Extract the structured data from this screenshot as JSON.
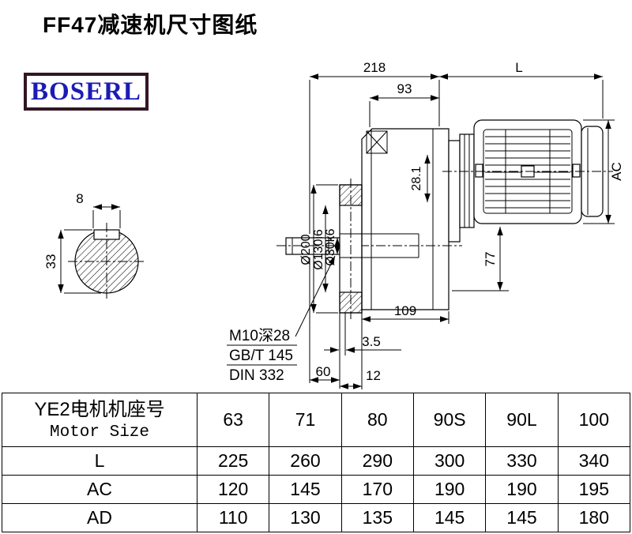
{
  "page": {
    "title": "FF47减速机尺寸图纸"
  },
  "logo": {
    "text": "BOSERL"
  },
  "drawing": {
    "dims": {
      "top_width": "218",
      "motor_length": "L",
      "flange_offset": "93",
      "motor_diameter": "AC",
      "key_width": "8",
      "shaft_height": "33",
      "flange_od": "Ø200",
      "spigot_d": "Ø130i6",
      "shaft_d": "Ø30k6",
      "bore_depth": "28.1",
      "foot_height": "77",
      "housing_length": "109",
      "flange_thickness": "3.5",
      "shaft_length": "60",
      "step": "12",
      "tap_note": "M10深28",
      "tap_std1": "GB/T 145",
      "tap_std2": "DIN 332"
    }
  },
  "table": {
    "header_cn": "YE2电机机座号",
    "header_en": "Motor Size",
    "sizes": [
      "63",
      "71",
      "80",
      "90S",
      "90L",
      "100"
    ],
    "rows": [
      {
        "label": "L",
        "values": [
          "225",
          "260",
          "290",
          "300",
          "330",
          "340"
        ]
      },
      {
        "label": "AC",
        "values": [
          "120",
          "145",
          "170",
          "190",
          "190",
          "195"
        ]
      },
      {
        "label": "AD",
        "values": [
          "110",
          "130",
          "135",
          "145",
          "145",
          "180"
        ]
      }
    ]
  }
}
